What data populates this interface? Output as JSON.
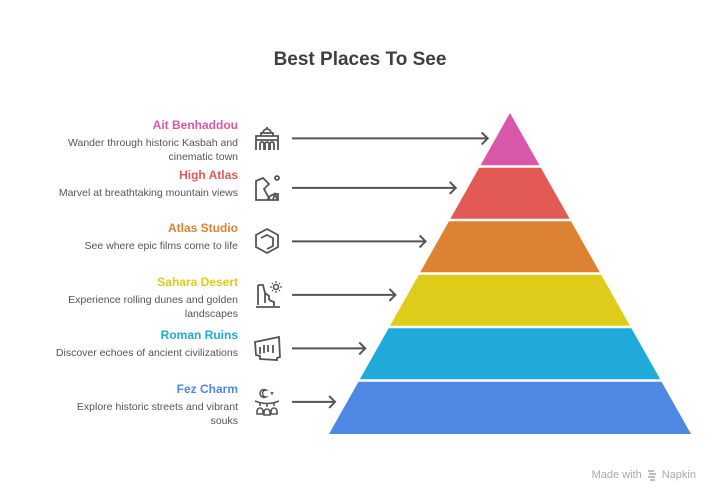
{
  "title": "Best Places To See",
  "items": [
    {
      "title": "Ait Benhaddou",
      "desc1": "Wander through historic Kasbah and",
      "desc2": "cinematic town",
      "color": "#D957A8",
      "icon": "kasbah-icon"
    },
    {
      "title": "High Atlas",
      "desc1": "Marvel at breathtaking mountain views",
      "desc2": "",
      "color": "#E35A55",
      "icon": "mountain-icon"
    },
    {
      "title": "Atlas Studio",
      "desc1": "See where epic films come to life",
      "desc2": "",
      "color": "#DD8232",
      "icon": "cube-icon"
    },
    {
      "title": "Sahara Desert",
      "desc1": "Experience rolling dunes and golden",
      "desc2": "landscapes",
      "color": "#DFCB1A",
      "icon": "desert-icon"
    },
    {
      "title": "Roman Ruins",
      "desc1": "Discover echoes of ancient civilizations",
      "desc2": "",
      "color": "#1FAADA",
      "icon": "ruins-icon"
    },
    {
      "title": "Fez Charm",
      "desc1": "Explore historic streets and vibrant",
      "desc2": "souks",
      "color": "#4D88E2",
      "icon": "lanterns-icon"
    }
  ],
  "footer": {
    "made_with": "Made with",
    "brand": "Napkin"
  }
}
